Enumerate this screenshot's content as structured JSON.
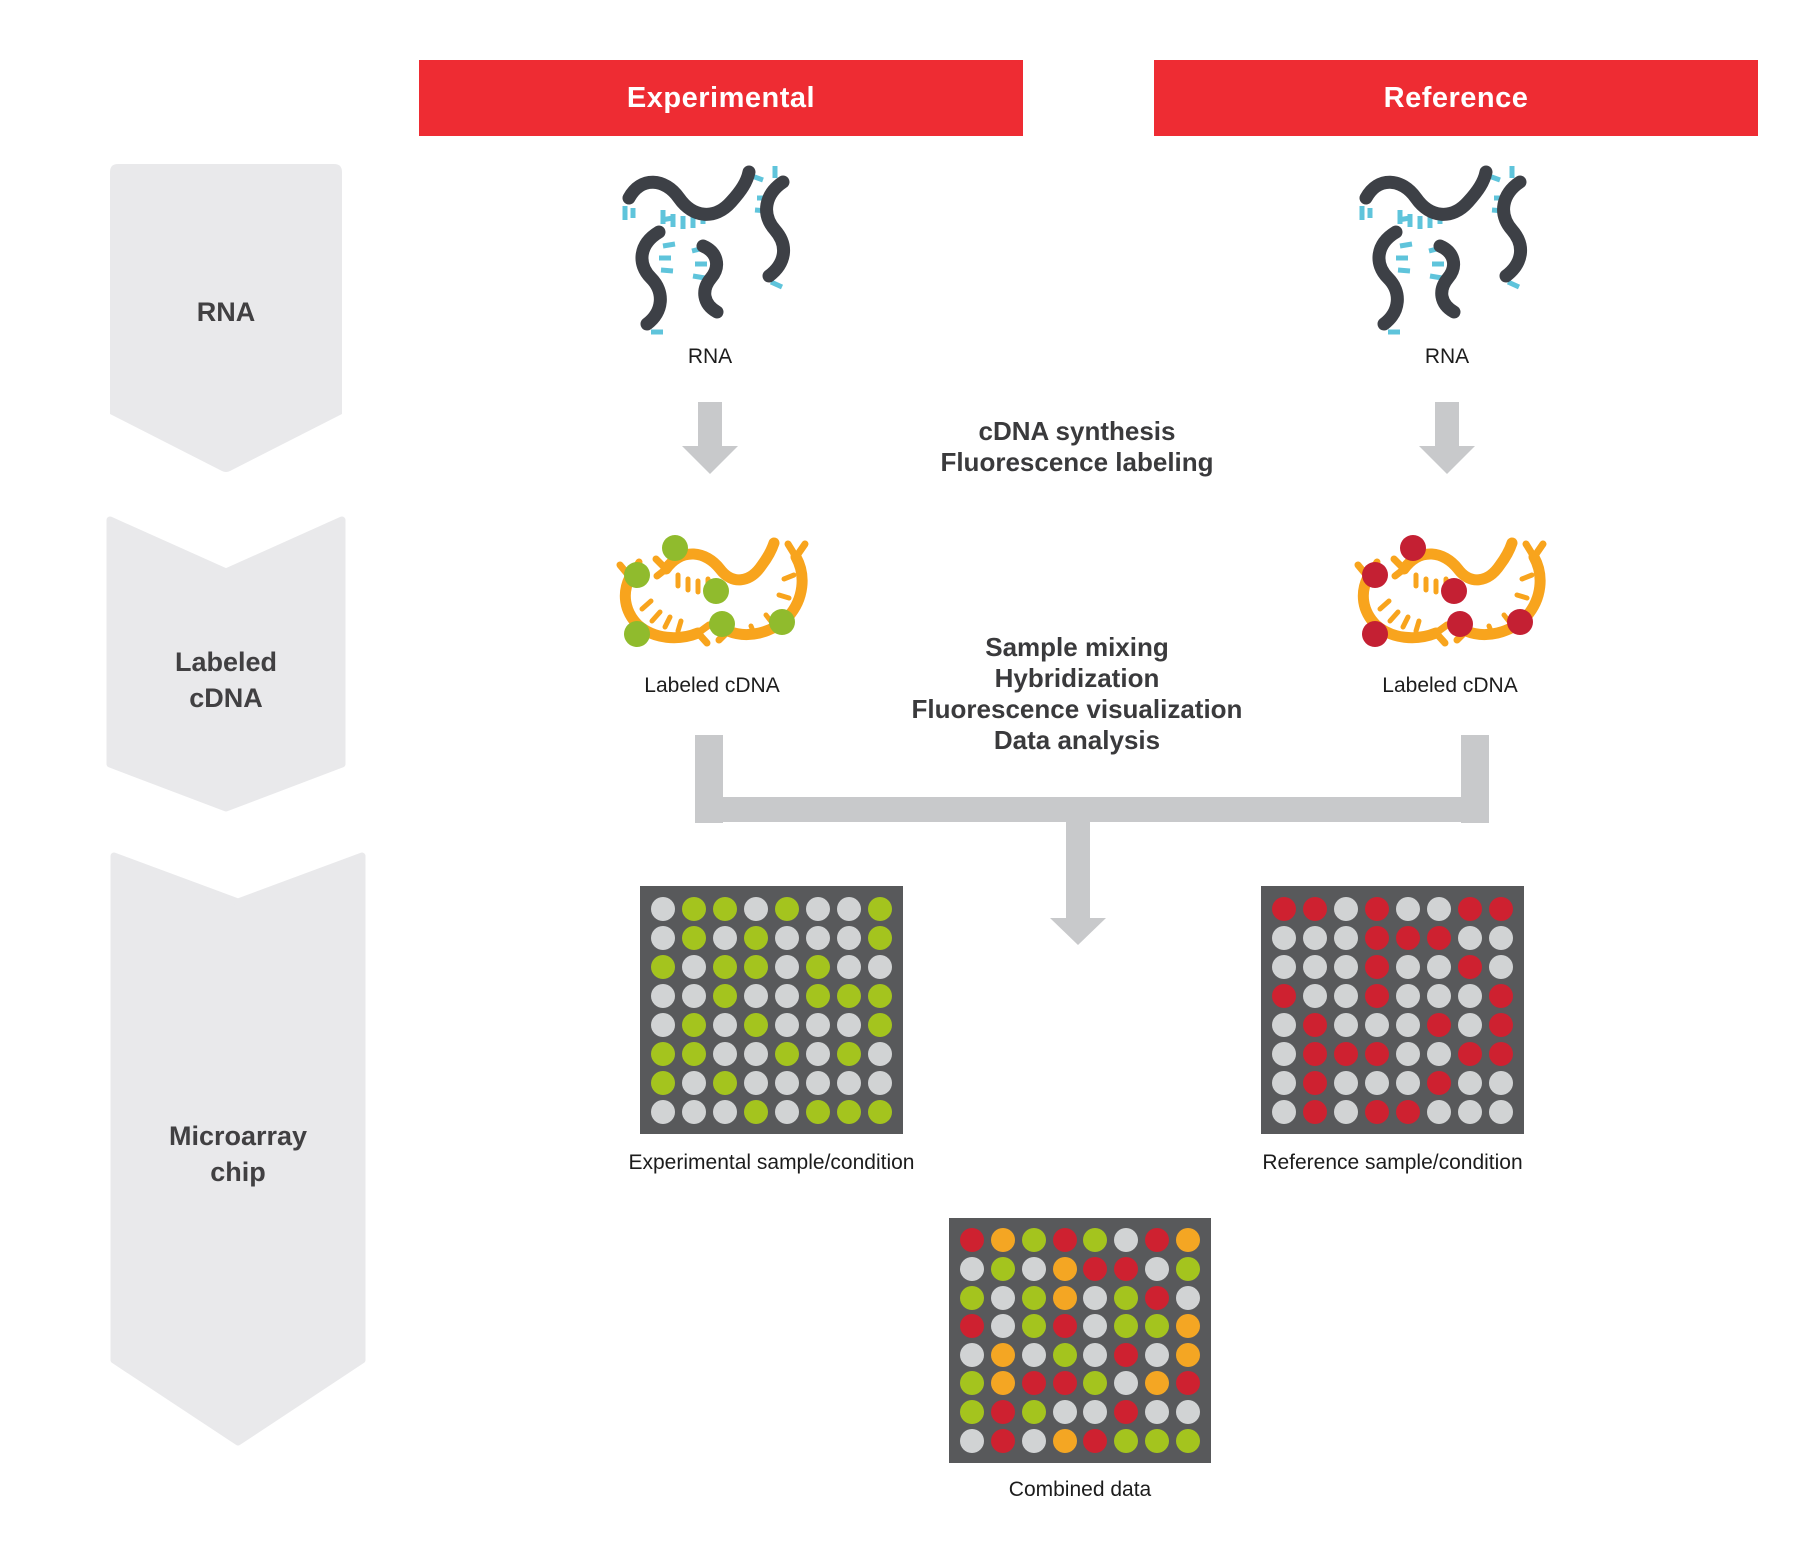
{
  "banners": {
    "experimental": {
      "label": "Experimental"
    },
    "reference": {
      "label": "Reference"
    },
    "color": "#EE2C33"
  },
  "pipeline_stages": [
    {
      "label_lines": [
        "RNA"
      ]
    },
    {
      "label_lines": [
        "Labeled",
        "cDNA"
      ]
    },
    {
      "label_lines": [
        "Microarray",
        "chip"
      ]
    }
  ],
  "rna": {
    "experimental_caption": "RNA",
    "reference_caption": "RNA"
  },
  "steps": {
    "cdna_synthesis": {
      "lines": [
        "cDNA synthesis",
        "Fluorescence labeling"
      ]
    },
    "hybridization": {
      "lines": [
        "Sample mixing",
        "Hybridization",
        "Fluorescence visualization",
        "Data analysis"
      ]
    }
  },
  "cdna": {
    "experimental_caption": "Labeled cDNA",
    "reference_caption": "Labeled cDNA"
  },
  "chips": {
    "spot_colors": {
      "W": "#D1D3D4",
      "G": "#A4C41E",
      "R": "#CE2130",
      "O": "#F4A623"
    },
    "items": [
      {
        "id": "experimental",
        "caption": "Experimental sample/condition",
        "pattern": [
          "WGGWGWWG",
          "WGWGWWWG",
          "GWGGWGWW",
          "WWGWWGGG",
          "WGWGWWWG",
          "GGWWGWGW",
          "GWGWWWWW",
          "WWWGWGGG"
        ]
      },
      {
        "id": "reference",
        "caption": "Reference sample/condition",
        "pattern": [
          "RRWRWWRR",
          "WWWRRRWW",
          "WWWRWWRW",
          "RWWRWWWR",
          "WRWWWRWR",
          "WRRRWWRR",
          "WRWWWRWW",
          "WRWRRWWW"
        ]
      },
      {
        "id": "combined",
        "caption": "Combined data",
        "pattern": [
          "ROGRGWRO",
          "WGWORRWG",
          "GWGOWGRW",
          "RWGRWGGO",
          "WOWGWRWO",
          "GORRGWOR",
          "GRGWWRWW",
          "WRWORGGG"
        ]
      }
    ]
  },
  "colors": {
    "banner_red": "#EE2C33",
    "chevron_fill": "#E9E9EB",
    "connector_gray": "#C8C9CB",
    "chip_background": "#58595B",
    "rna_strand": "#3D4046",
    "rna_tick_cyan": "#5FC4DB",
    "cdna_strand_orange": "#F8A41D",
    "experimental_label_green": "#90BB2D",
    "reference_label_red": "#C42033",
    "spot_gray": "#D1D3D4",
    "spot_green": "#A4C41E",
    "spot_red": "#CE2130",
    "spot_orange": "#F4A623"
  }
}
